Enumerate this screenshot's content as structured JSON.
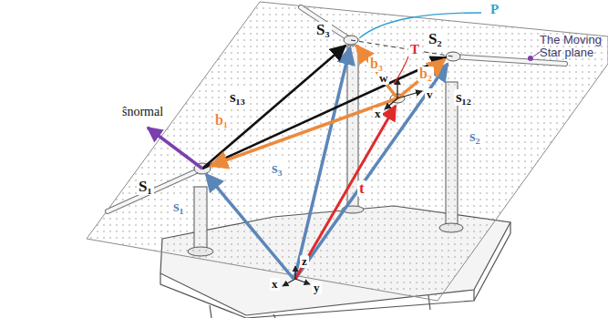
{
  "diagram": {
    "labels": [
      "S₃",
      "P",
      "b₃",
      "T",
      "S₂",
      "w",
      "v",
      "x",
      "s₁₃",
      "b₁",
      "b₂",
      "s₁₂",
      "ŝnormal",
      "S₁",
      "t",
      "s₁",
      "s₃",
      "s₂",
      "z",
      "x",
      "y",
      "The Moving Star plane"
    ]
  }
}
